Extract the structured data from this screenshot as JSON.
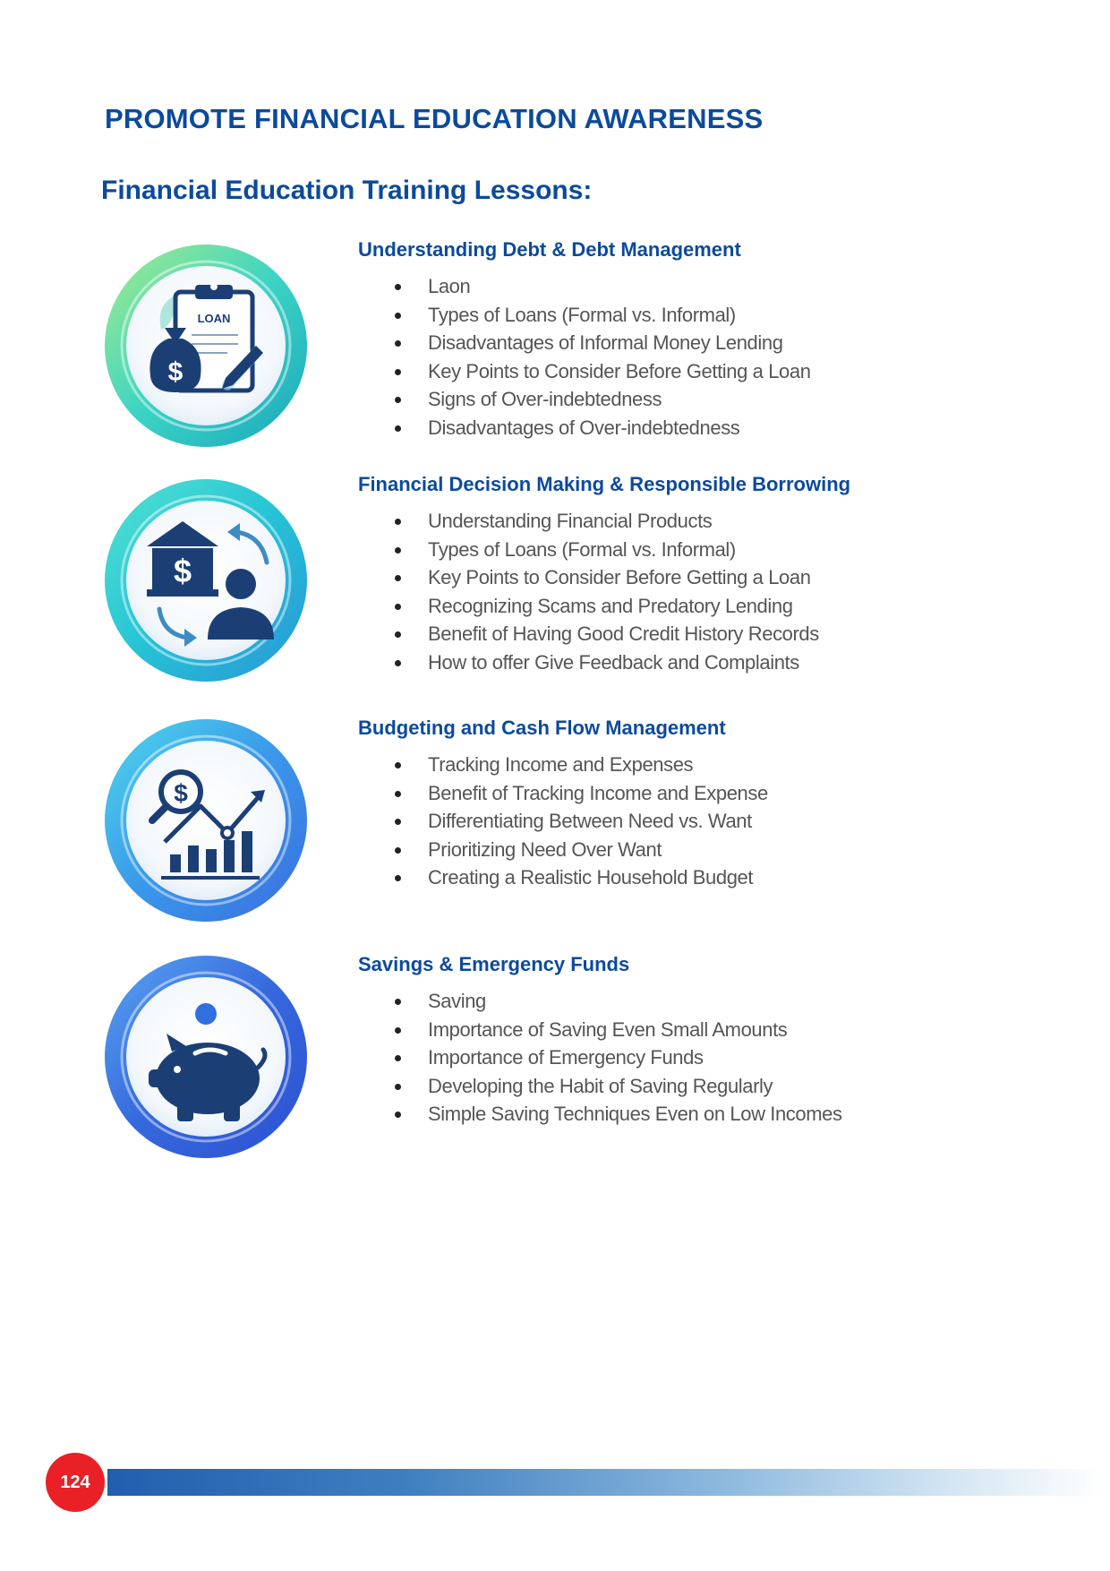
{
  "header": {
    "title": "PROMOTE FINANCIAL EDUCATION AWARENESS",
    "subtitle": "Financial Education Training Lessons:"
  },
  "lessons": [
    {
      "title": "Understanding Debt & Debt Management",
      "icon": "loan-document-icon",
      "icon_label": "LOAN",
      "items": [
        "Laon",
        "Types of Loans (Formal vs. Informal)",
        "Disadvantages of Informal Money Lending",
        "Key Points to Consider Before Getting a Loan",
        "Signs of Over-indebtedness",
        "Disadvantages of Over-indebtedness"
      ]
    },
    {
      "title": "Financial Decision Making & Responsible Borrowing",
      "icon": "bank-person-exchange-icon",
      "items": [
        "Understanding Financial Products",
        "Types of Loans (Formal vs. Informal)",
        "Key Points to Consider Before Getting a Loan",
        "Recognizing Scams and Predatory Lending",
        "Benefit of Having Good Credit History Records",
        "How to offer Give Feedback and Complaints"
      ]
    },
    {
      "title": "Budgeting and Cash Flow Management",
      "icon": "budget-chart-icon",
      "items": [
        "Tracking Income and Expenses",
        "Benefit of Tracking Income and Expense",
        "Differentiating Between Need vs. Want",
        "Prioritizing Need Over Want",
        "Creating a Realistic Household Budget"
      ]
    },
    {
      "title": "Savings & Emergency Funds",
      "icon": "piggy-bank-icon",
      "items": [
        "Saving",
        "Importance of Saving Even Small Amounts",
        "Importance of Emergency Funds",
        "Developing the Habit of Saving Regularly",
        "Simple Saving Techniques Even on Low Incomes"
      ]
    }
  ],
  "footer": {
    "page_number": "124"
  },
  "colors": {
    "heading": "#0b4a9c",
    "body_text": "#555555",
    "icon_navy": "#1b3f75",
    "page_badge": "#ea2027"
  }
}
